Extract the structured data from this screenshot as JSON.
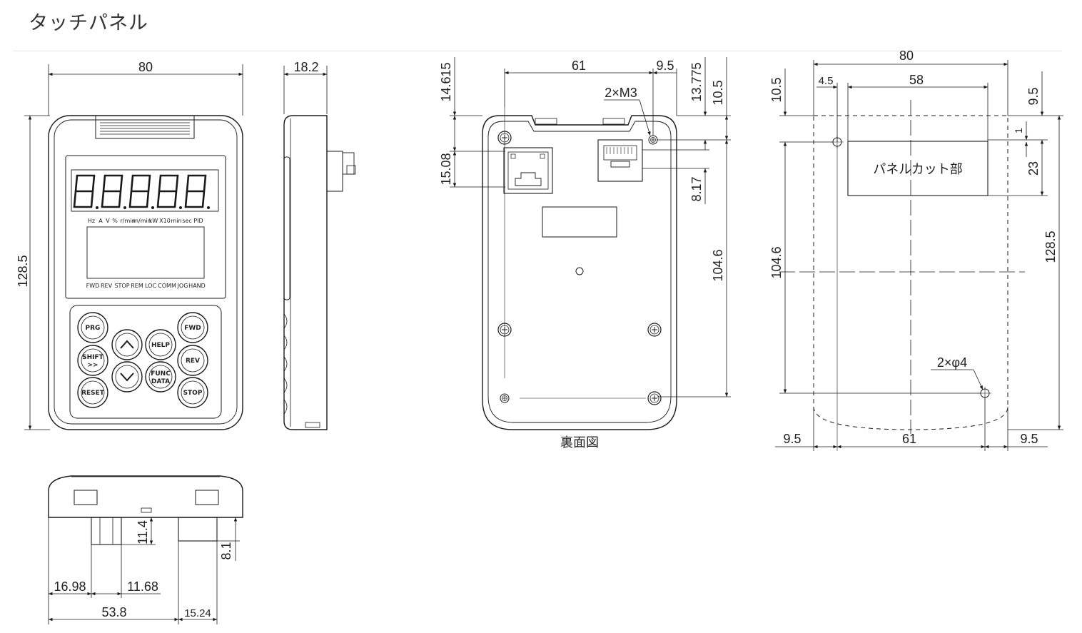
{
  "title": "タッチパネル",
  "colors": {
    "line": "#1a1a1a",
    "led_bg": "#f2f2f2",
    "header_rule": "#e6e6e6"
  },
  "front_view": {
    "dims": {
      "width": "80",
      "height": "128.5"
    },
    "indicators_top": [
      "Hz",
      "A",
      "V",
      "%",
      "r/min",
      "m/min",
      "kW",
      "X10",
      "min",
      "sec",
      "PID"
    ],
    "indicators_bottom": [
      "FWD",
      "REV",
      "STOP",
      "REM",
      "LOC",
      "COMM",
      "JOG",
      "HAND"
    ],
    "buttons": {
      "prg": "PRG",
      "shift": "SHIFT",
      "shift_arrow": ">>",
      "reset": "RESET",
      "help": "HELP",
      "funk": "FUNC",
      "data": "DATA",
      "fwd": "FWD",
      "rev": "REV",
      "stop": "STOP"
    }
  },
  "side_view": {
    "dims": {
      "depth": "18.2"
    }
  },
  "bottom_view": {
    "dims": {
      "d1": "11.4",
      "d2": "8.1",
      "d3": "16.98",
      "d4": "11.68",
      "d5": "53.8",
      "d6": "15.24"
    }
  },
  "rear_view": {
    "caption": "裏面図",
    "screw_label": "2×M3",
    "dims": {
      "a": "61",
      "b": "9.5",
      "c": "14.615",
      "d": "13.775",
      "e": "10.5",
      "f": "15.08",
      "g": "8.17",
      "h": "104.6"
    }
  },
  "panel_cut": {
    "label": "パネルカット部",
    "hole_label": "2×φ4",
    "dims": {
      "w": "80",
      "a": "4.5",
      "b": "58",
      "c": "10.5",
      "d": "9.5",
      "e": "1",
      "f": "23",
      "g": "104.6",
      "h": "128.5",
      "bl": "9.5",
      "bm": "61",
      "br": "9.5"
    }
  }
}
